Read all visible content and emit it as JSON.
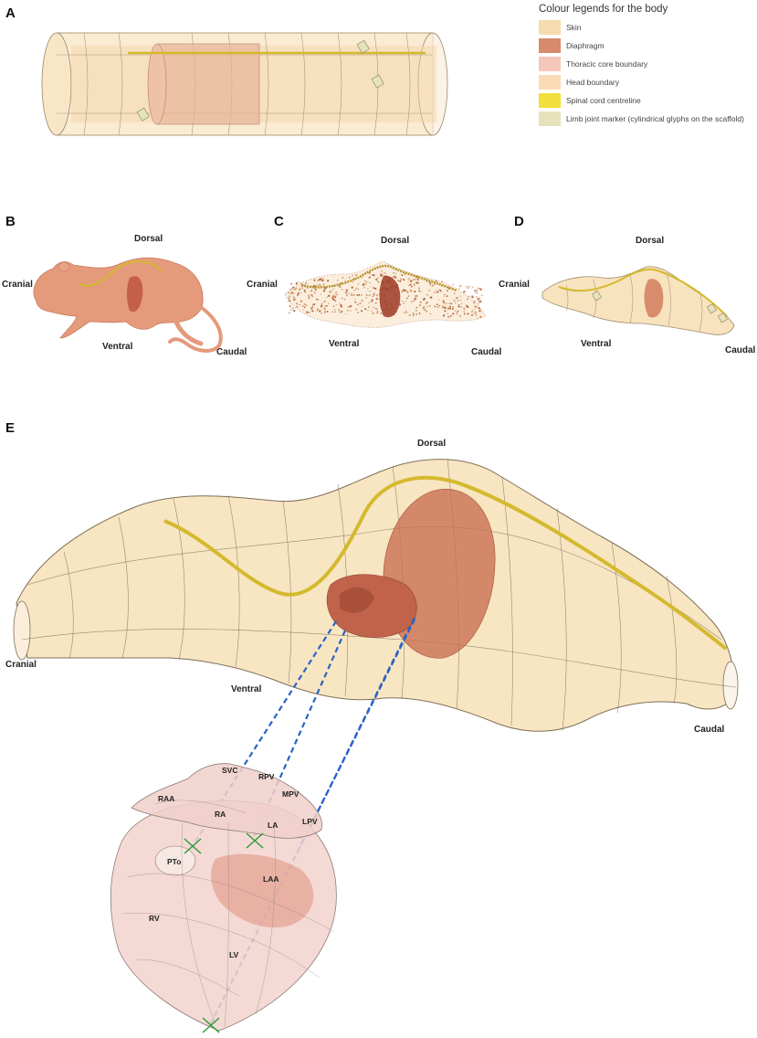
{
  "panels": {
    "a": "A",
    "b": "B",
    "c": "C",
    "d": "D",
    "e": "E"
  },
  "legend": {
    "title": "Colour legends for the body",
    "items": [
      {
        "label": "Skin",
        "color": "#f5dcae"
      },
      {
        "label": "Diaphragm",
        "color": "#d78a6c"
      },
      {
        "label": "Thoracic core boundary",
        "color": "#f5c7b8"
      },
      {
        "label": "Head boundary",
        "color": "#f9dcb6"
      },
      {
        "label": "Spinal cord centreline",
        "color": "#f2df3c"
      },
      {
        "label": "Limb joint marker (cylindrical glyphs on the scaffold)",
        "color": "#e6e2bc"
      }
    ]
  },
  "orientation": {
    "dorsal": "Dorsal",
    "ventral": "Ventral",
    "cranial": "Cranial",
    "caudal": "Caudal"
  },
  "heart_labels": {
    "svc": "SVC",
    "rpv": "RPV",
    "mpv": "MPV",
    "raa": "RAA",
    "ra": "RA",
    "la": "LA",
    "lpv": "LPV",
    "pto": "PTo",
    "laa": "LAA",
    "rv": "RV",
    "lv": "LV"
  },
  "colors": {
    "skin": "#f5dcae",
    "skin_edge": "#b9a37c",
    "diaphragm": "#c86e4f",
    "spinal_cord": "#d4b92e",
    "heart": "#f2d2cc",
    "connector": "#2a63c4",
    "marker": "#2b9a3a"
  }
}
